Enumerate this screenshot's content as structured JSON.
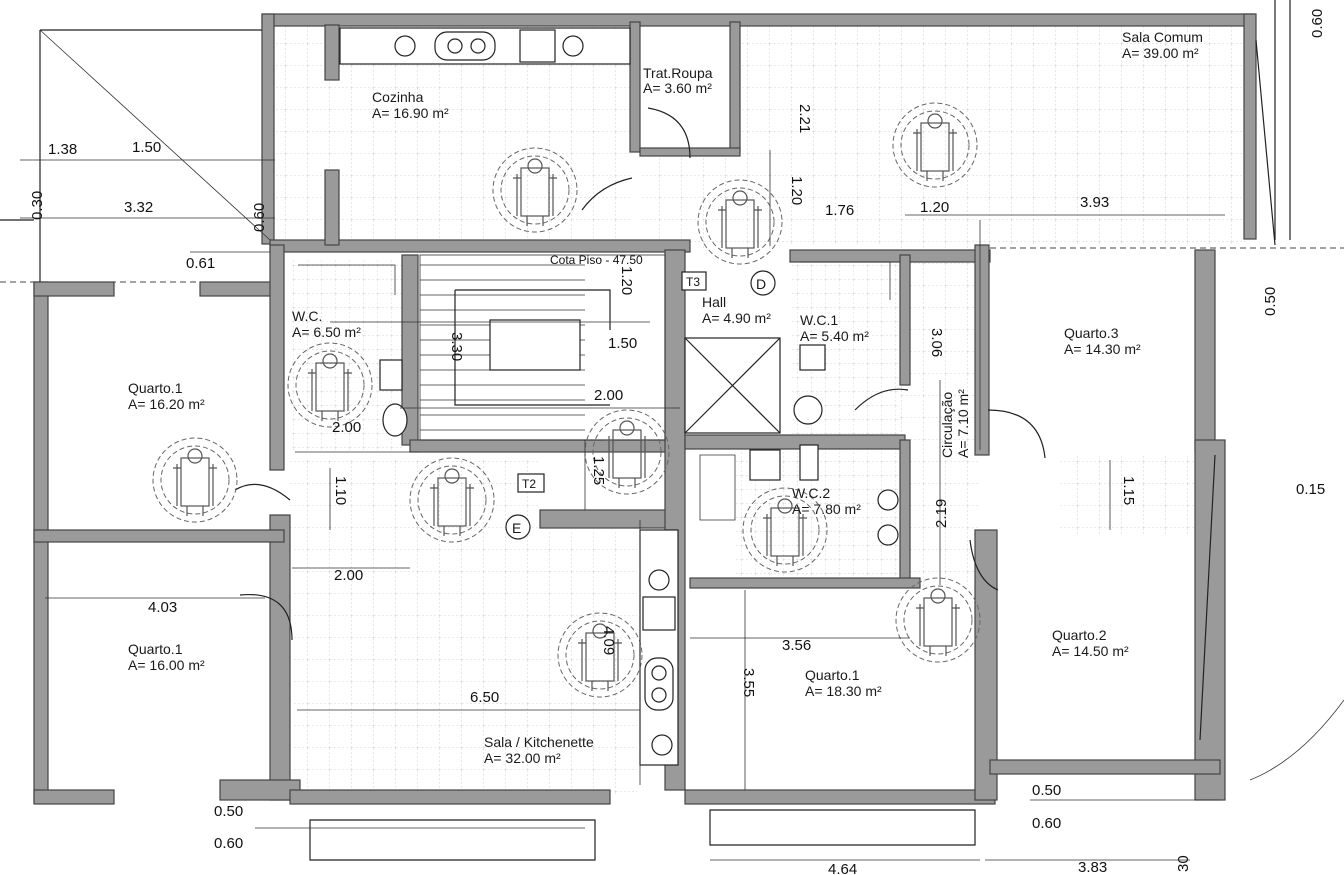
{
  "rooms": {
    "cozinha": {
      "name": "Cozinha",
      "area": "A= 16.90 m²"
    },
    "trat_roupa": {
      "name": "Trat.Roupa",
      "area": "A= 3.60 m²"
    },
    "sala_comum": {
      "name": "Sala Comum",
      "area": "A= 39.00 m²"
    },
    "wc": {
      "name": "W.C.",
      "area": "A= 6.50 m²"
    },
    "hall": {
      "name": "Hall",
      "area": "A= 4.90 m²"
    },
    "wc1": {
      "name": "W.C.1",
      "area": "A= 5.40 m²"
    },
    "quarto3": {
      "name": "Quarto.3",
      "area": "A= 14.30 m²"
    },
    "quarto1_a": {
      "name": "Quarto.1",
      "area": "A= 16.20 m²"
    },
    "circulacao": {
      "name": "Circulação",
      "area": "A= 7.10 m²"
    },
    "wc2": {
      "name": "W.C.2",
      "area": "A= 7.80 m²"
    },
    "quarto1_b": {
      "name": "Quarto.1",
      "area": "A= 16.00 m²"
    },
    "quarto1_c": {
      "name": "Quarto.1",
      "area": "A= 18.30 m²"
    },
    "quarto2": {
      "name": "Quarto.2",
      "area": "A= 14.50 m²"
    },
    "sala_kitchenette": {
      "name": "Sala / Kitchenette",
      "area": "A= 32.00 m²"
    }
  },
  "annotations": {
    "cota_piso": "Cota Piso - 47.50",
    "t3": "T3",
    "t2": "T2",
    "d": "D",
    "e": "E"
  },
  "dimensions": {
    "d138": "1.38",
    "d150a": "1.50",
    "d030": "0.30",
    "d332": "3.32",
    "d060a": "0.60",
    "d061": "0.61",
    "d221": "2.21",
    "d120a": "1.20",
    "d176": "1.76",
    "d120b": "1.20",
    "d393": "3.93",
    "d060top": "0.60",
    "d120c": "1.20",
    "d150b": "1.50",
    "d330": "3.30",
    "d200a": "2.00",
    "d200b": "2.00",
    "d306": "3.06",
    "d050a": "0.50",
    "d015": "0.15",
    "d115": "1.15",
    "d219": "2.19",
    "d125": "1.25",
    "d110": "1.10",
    "d200c": "2.00",
    "d403": "4.03",
    "d409": "4.09",
    "d356": "3.56",
    "d355": "3.55",
    "d650": "6.50",
    "d050b": "0.50",
    "d060b": "0.60",
    "d050c": "0.50",
    "d060c": "0.60",
    "d464": "4.64",
    "d383": "3.83",
    "d30": "30"
  }
}
